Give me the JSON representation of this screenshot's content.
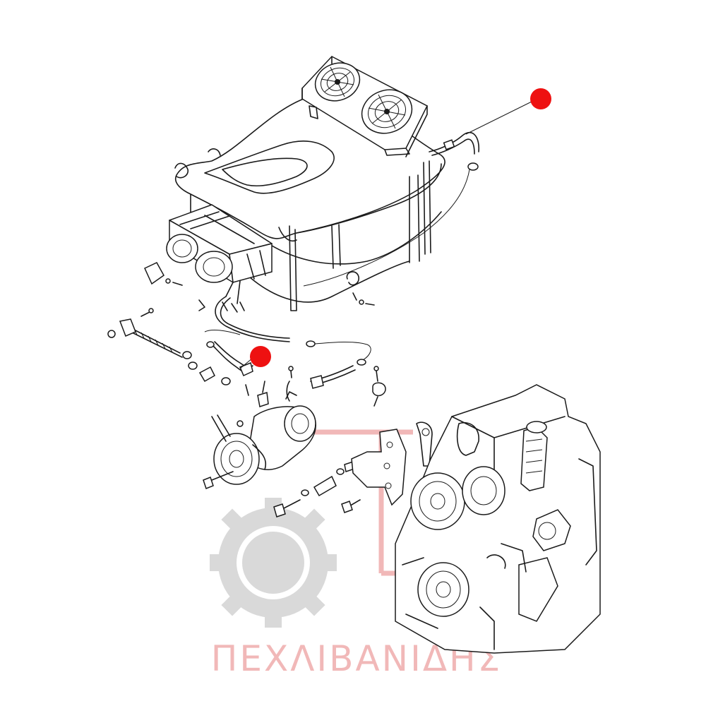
{
  "watermark": {
    "text": "ΠΕΧΛΙΒΑΝΙΔΗΣ",
    "text_color": "#f1b8b8",
    "gear_color": "#d9d9d9",
    "bracket_color": "#f1b8b8"
  },
  "markers": {
    "color": "#ee1111",
    "items": [
      {
        "id": "marker-1",
        "target": "condenser-hose"
      },
      {
        "id": "marker-2",
        "target": "compressor-hose"
      }
    ]
  },
  "parts": [
    "cab-roof",
    "condenser-fans",
    "evaporator-blower-unit",
    "tension-rod",
    "ac-compressor",
    "mounting-bracket",
    "engine"
  ],
  "icons": [
    "gear-logo-icon",
    "fan-icon",
    "bolt-icon"
  ]
}
